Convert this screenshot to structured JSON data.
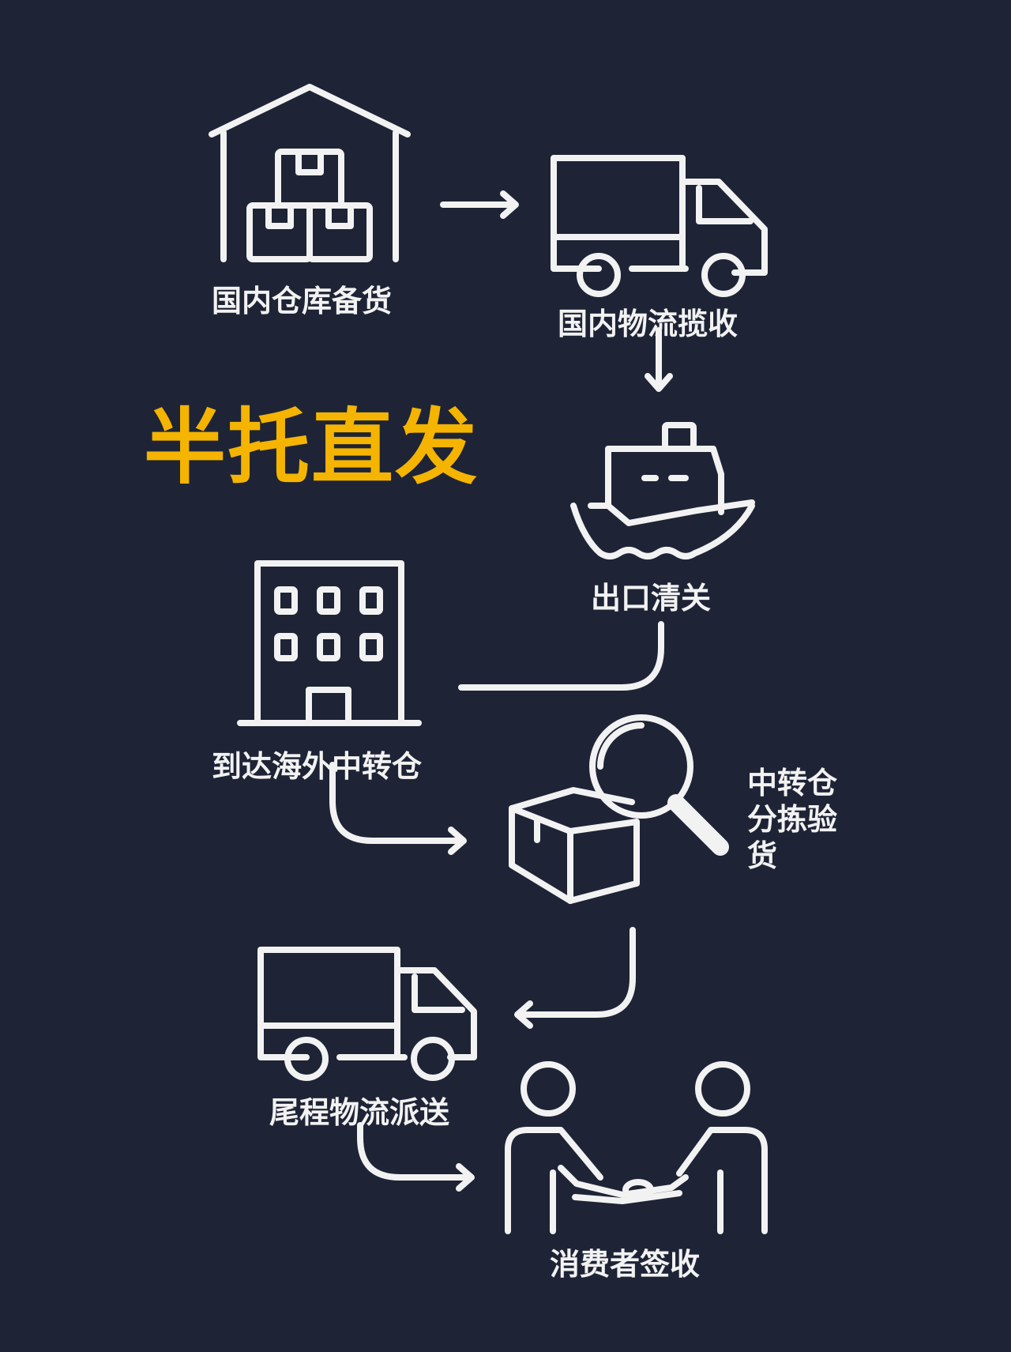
{
  "title": "半托直发",
  "steps": [
    {
      "label": "国内仓库备货",
      "icon": "warehouse-icon"
    },
    {
      "label": "国内物流揽收",
      "icon": "truck-icon"
    },
    {
      "label": "出口清关",
      "icon": "ship-icon"
    },
    {
      "label": "到达海外中转仓",
      "icon": "building-icon"
    },
    {
      "label_lines": [
        "中转仓",
        "分拣验",
        "货"
      ],
      "icon": "package-search-icon"
    },
    {
      "label": "尾程物流派送",
      "icon": "truck-icon"
    },
    {
      "label": "消费者签收",
      "icon": "handshake-icon"
    }
  ],
  "colors": {
    "background": "#1e2436",
    "title": "#f4b400",
    "line": "#f2f2f2"
  }
}
